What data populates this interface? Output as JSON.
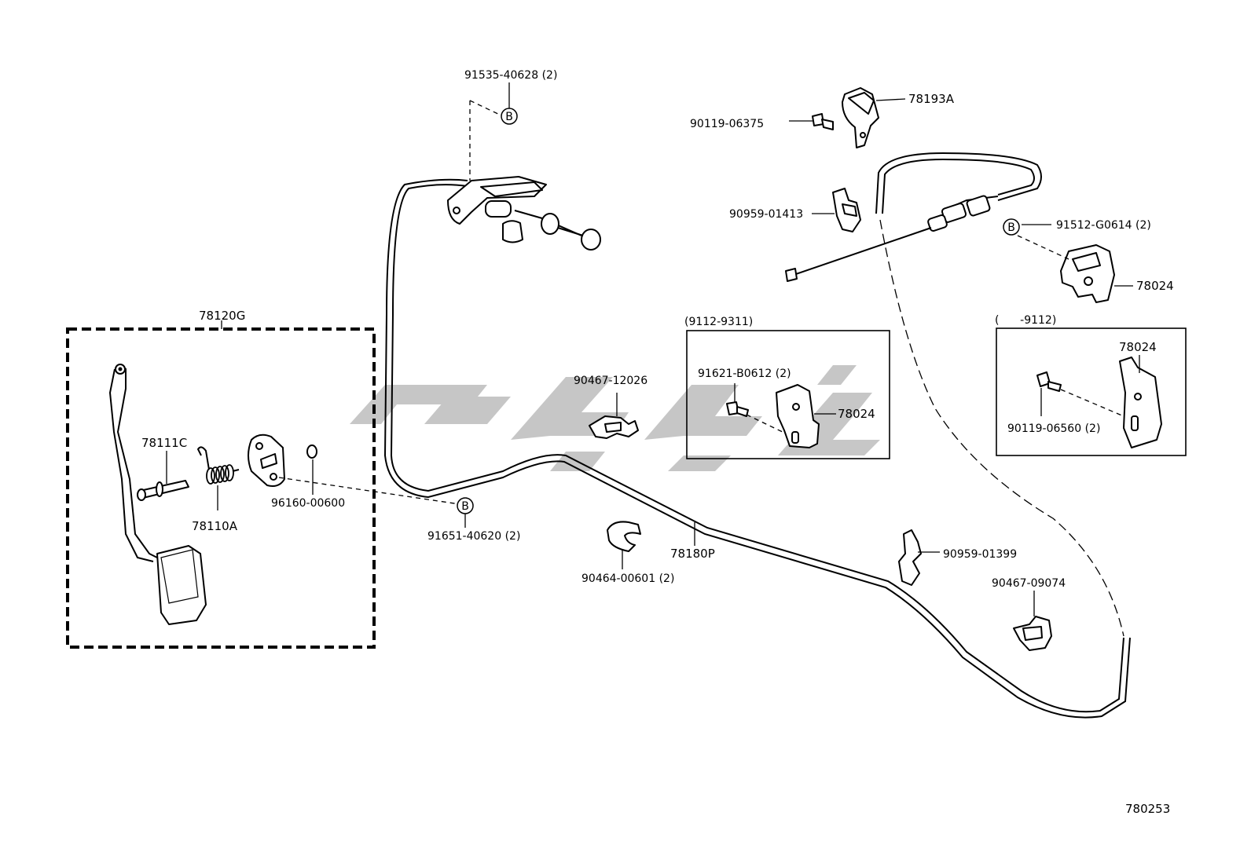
{
  "colors": {
    "ink": "#000000",
    "background": "#ffffff",
    "watermark": "#b8b8b8"
  },
  "labels": {
    "p91535": "91535-40628 (2)",
    "p90119a": "90119-06375",
    "p78193A": "78193A",
    "p90959a": "90959-01413",
    "p91512": "91512-G0614 (2)",
    "p78024_main": "78024",
    "p78120G": "78120G",
    "p78111C": "78111C",
    "p78110A": "78110A",
    "p96160": "96160-00600",
    "p91651": "91651-40620 (2)",
    "p90467a": "90467-12026",
    "p90464": "90464-00601 (2)",
    "p78180P": "78180P",
    "p90959b": "90959-01399",
    "p90467b": "90467-09074",
    "box1_range": "(9112-9311)",
    "p91621": "91621-B0612 (2)",
    "p78024_box1": "78024",
    "box2_range": "(      -9112)",
    "p78024_box2": "78024",
    "p90119b": "90119-06560 (2)",
    "ref_b": "B",
    "diagram_number": "780253"
  }
}
